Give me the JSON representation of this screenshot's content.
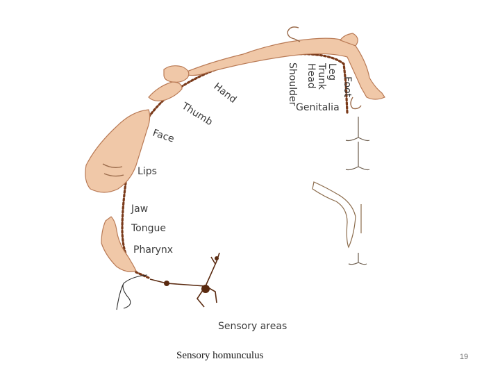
{
  "diagram": {
    "body_labels": {
      "leg": "Leg",
      "trunk": "Trunk",
      "head": "Head",
      "shoulder": "Shoulder",
      "foot": "Foot",
      "hand": "Hand",
      "thumb": "Thumb",
      "genitalia": "Genitalia",
      "face": "Face",
      "lips": "Lips",
      "jaw": "Jaw",
      "tongue": "Tongue",
      "pharynx": "Pharynx"
    },
    "footer_label": "Sensory areas"
  },
  "caption": "Sensory homunculus",
  "slide_number": "19",
  "colors": {
    "body_fill": "#f0c8a8",
    "body_stroke": "#b97a55",
    "dots": "#7a3a1a",
    "neuron": "#5a2a10",
    "outline": "#9a6a4a"
  }
}
